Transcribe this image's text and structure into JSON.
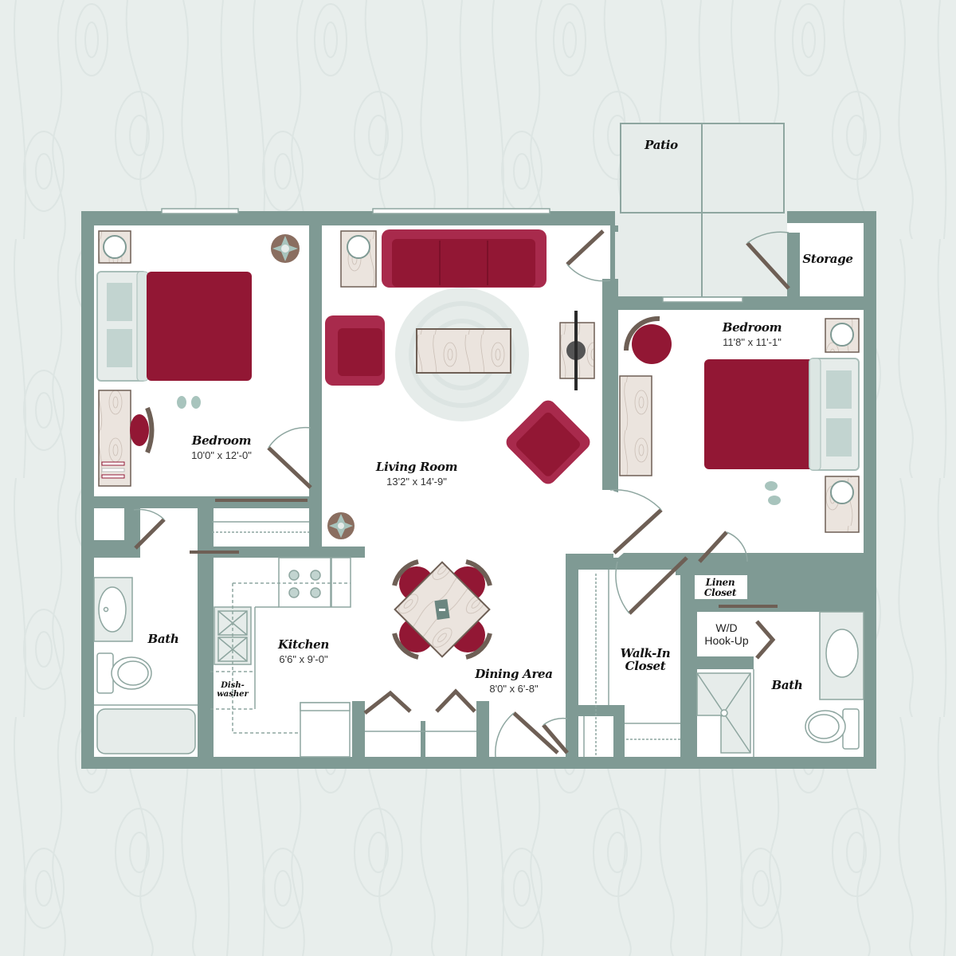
{
  "colors": {
    "background": "#e8eeec",
    "wall": "#7f9a94",
    "floor": "#ffffff",
    "furniture_red": "#921734",
    "furniture_red_light": "#a82a4c",
    "door": "#6e5f55",
    "wood": "#ebe4de",
    "fixture": "#e6ecea"
  },
  "rooms": {
    "bedroom_left": {
      "name": "Bedroom",
      "dimensions": "10'0\" x 12'-0\""
    },
    "living_room": {
      "name": "Living Room",
      "dimensions": "13'2\" x 14'-9\""
    },
    "bedroom_right": {
      "name": "Bedroom",
      "dimensions": "11'8\" x 11'-1\""
    },
    "kitchen": {
      "name": "Kitchen",
      "dimensions": "6'6\" x 9'-0\""
    },
    "dining_area": {
      "name": "Dining Area",
      "dimensions": "8'0\" x 6'-8\""
    },
    "bath_left": {
      "name": "Bath"
    },
    "bath_right": {
      "name": "Bath"
    },
    "walk_in_closet": {
      "name_line1": "Walk-In",
      "name_line2": "Closet"
    },
    "linen_closet": {
      "name_line1": "Linen",
      "name_line2": "Closet"
    },
    "wd_hookup": {
      "line1": "W/D",
      "line2": "Hook-Up"
    },
    "dishwasher": {
      "line1": "Dish-",
      "line2": "washer"
    },
    "patio": {
      "name": "Patio"
    },
    "storage": {
      "name": "Storage"
    }
  }
}
